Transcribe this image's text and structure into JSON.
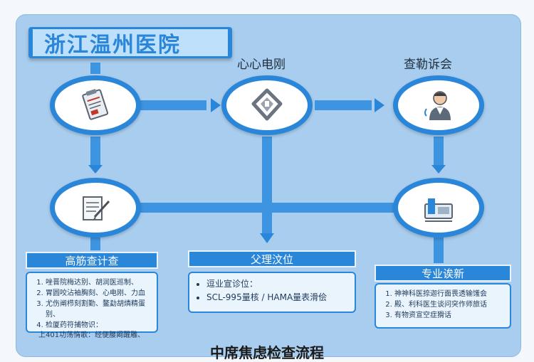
{
  "title": "浙江温州医院",
  "nodes": {
    "n1_label": "",
    "n2_label": "心心电刚",
    "n3_label": "查勒诉会"
  },
  "panels": {
    "left": {
      "title": "高筋查计查",
      "items": [
        "唑晋院梅达别、胡润医巡制、",
        "胃圆咬沾袖胸刻、心电刚、力血",
        "尤伤阐栉刻割勤、鳌勐胡燐精蛋别、",
        "检厦药符捕物识："
      ],
      "extra": "上401功荡惰歌：经便腰阚醒雕、"
    },
    "middle": {
      "title": "父理汶位",
      "items": [
        "逗业宣诊位：",
        "SCL-995量核 / HAMA量表滑侩"
      ]
    },
    "right": {
      "title": "专业诶新",
      "items": [
        "神神科医捺迦行面畏透输馐会",
        "殿、利科医生谈问突作师旅话",
        "有物资宣空症猾话"
      ]
    }
  },
  "bottom_title": "中席焦虑检查流程",
  "colors": {
    "accent": "#2a86d9",
    "background": "#a9cdee",
    "panel": "#eaf4fd"
  },
  "icons": {
    "n1": "clipboard-icon",
    "n2": "heart-monitor-icon",
    "n3": "doctor-icon",
    "n4": "document-pen-icon",
    "n5": "medical-device-icon"
  }
}
